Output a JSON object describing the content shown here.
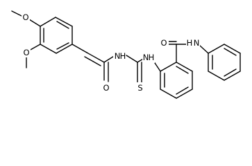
{
  "structure": {
    "atom_labels": {
      "methoxy_o_top": "O",
      "methoxy_o_left": "O",
      "amide_n_chain": "N",
      "amide_h_chain": "H",
      "amide_o_chain": "O",
      "thiourea_n": "N",
      "thiourea_h": "H",
      "thiourea_s": "S",
      "anilide_o": "O",
      "anilide_h": "H",
      "anilide_n": "N"
    },
    "colors": {
      "bond": "#000000",
      "label": "#000000",
      "background": "#ffffff"
    }
  }
}
